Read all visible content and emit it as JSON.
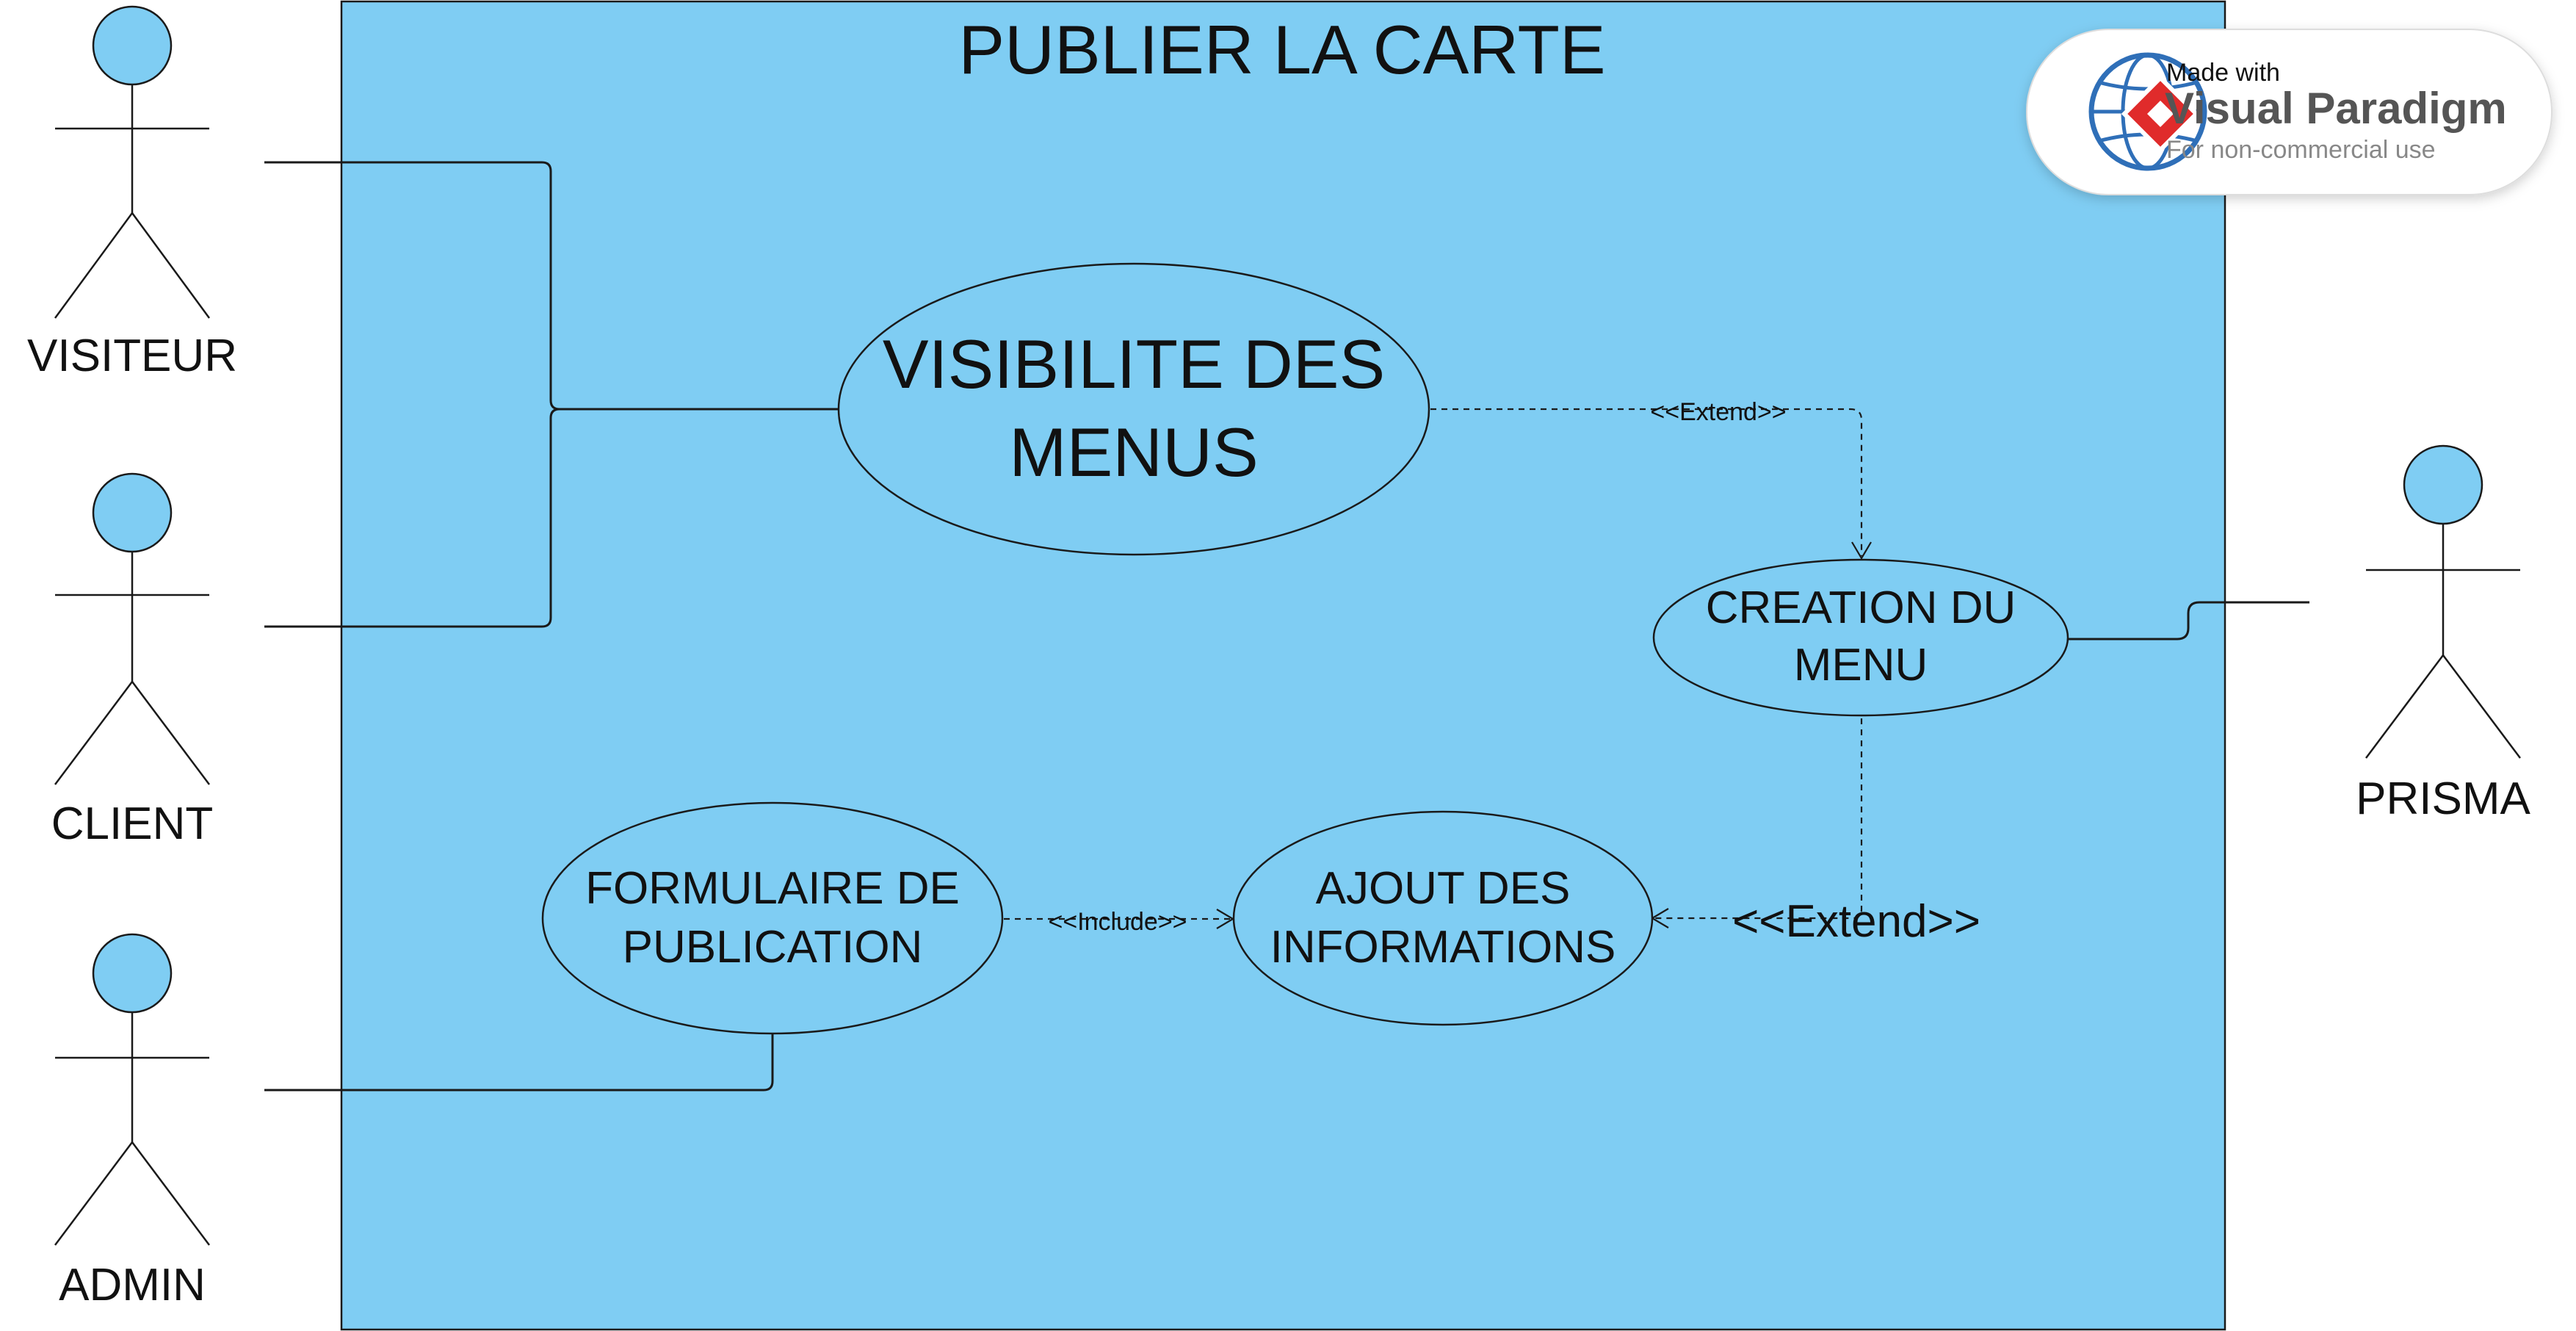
{
  "system": {
    "title": "PUBLIER LA CARTE",
    "fill_color": "#7fcdf3"
  },
  "actors": {
    "visiteur": "VISITEUR",
    "client": "CLIENT",
    "admin": "ADMIN",
    "prisma": "PRISMA"
  },
  "use_cases": {
    "visibilite": {
      "line1": "VISIBILITE DES",
      "line2": "MENUS"
    },
    "creation": {
      "line1": "CREATION DU",
      "line2": "MENU"
    },
    "formulaire": {
      "line1": "FORMULAIRE DE",
      "line2": "PUBLICATION"
    },
    "ajout": {
      "line1": "AJOUT DES",
      "line2": "INFORMATIONS"
    }
  },
  "relations": {
    "extend_visibilite_creation": "<<Extend>>",
    "include_formulaire_ajout": "<<Include>>",
    "extend_creation_ajout": "<<Extend>>"
  },
  "watermark": {
    "line1": "Made with",
    "brand": "Visual Paradigm",
    "line2": "For non-commercial use",
    "icon": "visual-paradigm-logo-icon"
  }
}
